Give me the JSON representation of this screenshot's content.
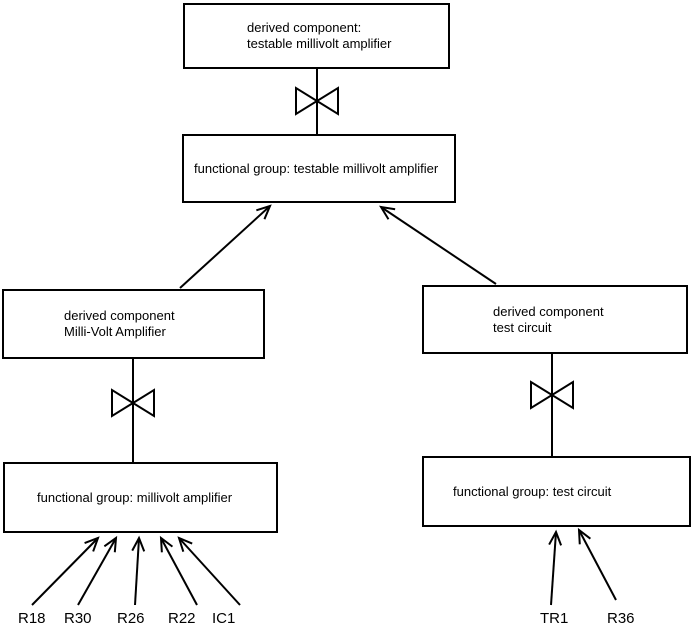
{
  "diagram": {
    "colors": {
      "background": "#ffffff",
      "line": "#000000",
      "text": "#000000"
    },
    "icons": {
      "decomposition_connector": "bowtie"
    },
    "nodes": {
      "derived_testable": {
        "line1": "derived component:",
        "line2": "testable millivolt amplifier"
      },
      "fg_testable": {
        "label": "functional group: testable millivolt amplifier"
      },
      "derived_mv": {
        "line1": "derived component",
        "line2": "Milli-Volt Amplifier"
      },
      "derived_test": {
        "line1": "derived component",
        "line2": "test circuit"
      },
      "fg_mv": {
        "label": "functional group: millivolt amplifier"
      },
      "fg_test": {
        "label": "functional group: test circuit"
      }
    },
    "leaves": [
      "R18",
      "R30",
      "R26",
      "R22",
      "IC1",
      "TR1",
      "R36"
    ]
  }
}
